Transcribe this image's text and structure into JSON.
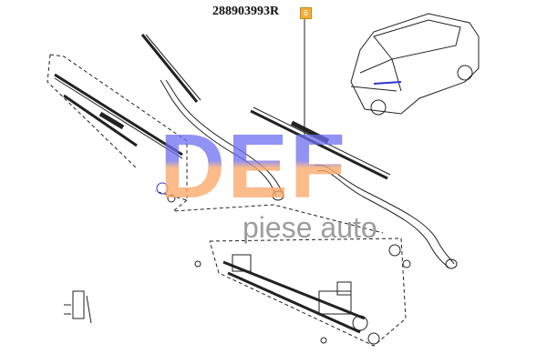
{
  "diagram": {
    "part_number": "288903993R",
    "callout_badge": "6",
    "badge_color": "#f0b040"
  },
  "watermark": {
    "brand": "DEF",
    "subtitle": "piese auto"
  }
}
